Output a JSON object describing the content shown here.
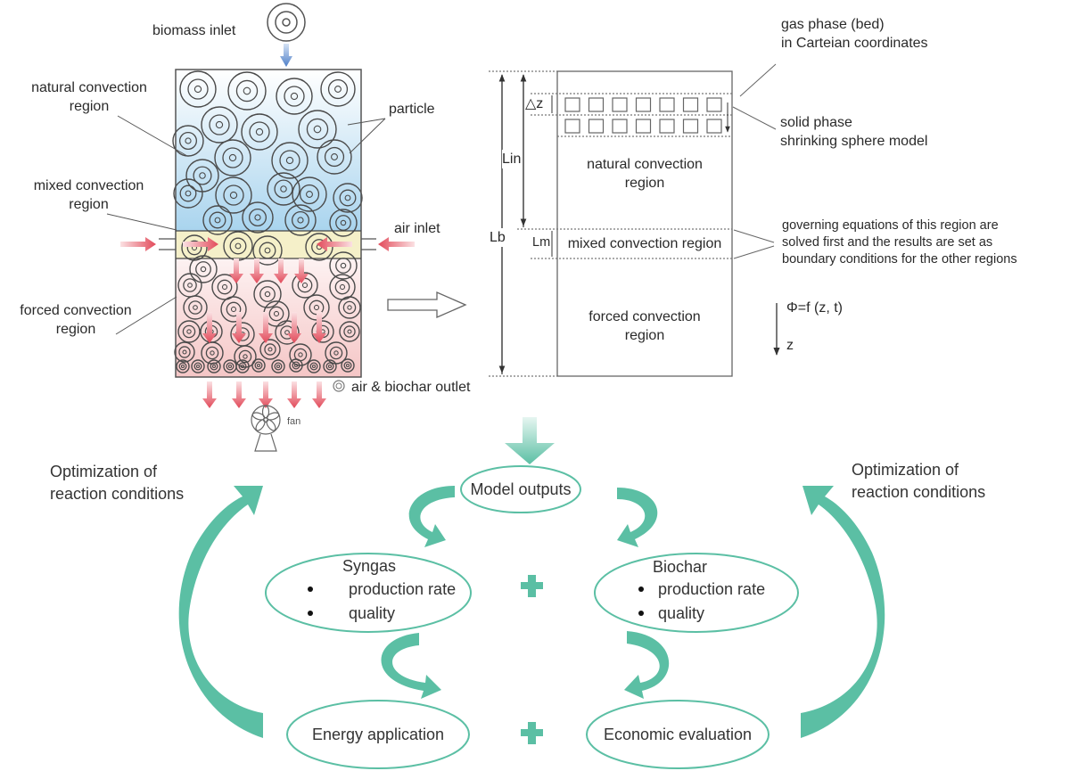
{
  "colors": {
    "teal": "#5bbfa4",
    "natural_region": "#a9d4ee",
    "mixed_region": "#f5f0c9",
    "forced_region": "#f7cfcf",
    "air_arrow": "#e24a5a",
    "inlet_arrow": "#4f7fc8",
    "line": "#555555"
  },
  "reactor": {
    "biomass_inlet": "biomass  inlet",
    "natural_label": [
      "natural  convection",
      "region"
    ],
    "particle_label": "particle",
    "mixed_label": [
      "mixed  convection",
      "region"
    ],
    "air_inlet": "air  inlet",
    "forced_label": [
      "forced  convection",
      "region"
    ],
    "outlet_label": "air  &  biochar  outlet",
    "fan_label": "fan"
  },
  "model": {
    "gas_phase": [
      "gas  phase (bed)",
      "in  Carteian  coordinates"
    ],
    "solid_phase": [
      "solid  phase",
      "shrinking  sphere  model"
    ],
    "delta_z": "△z",
    "l_in": "Lin",
    "l_b": "Lb",
    "l_m": "Lm",
    "natural_region": [
      "natural  convection",
      "region"
    ],
    "mixed_region": "mixed  convection  region",
    "forced_region": [
      "forced  convection",
      "region"
    ],
    "governing_note": [
      "governing  equations  of  this  region  are",
      "solved  first  and  the  results  are  set  as",
      "boundary  conditions  for  the  other  regions"
    ],
    "phi_equation": "Φ=f (z, t)",
    "z_axis": "z"
  },
  "flow": {
    "model_outputs": "Model outputs",
    "syngas": {
      "title": "Syngas",
      "bullets": [
        "production rate",
        "quality"
      ]
    },
    "biochar": {
      "title": "Biochar",
      "bullets": [
        "production rate",
        "quality"
      ]
    },
    "energy_application": "Energy application",
    "economic_evaluation": "Economic evaluation",
    "optimization_left": [
      "Optimization of",
      "reaction conditions"
    ],
    "optimization_right": [
      "Optimization of",
      "reaction conditions"
    ],
    "plus_symbol": "+"
  }
}
